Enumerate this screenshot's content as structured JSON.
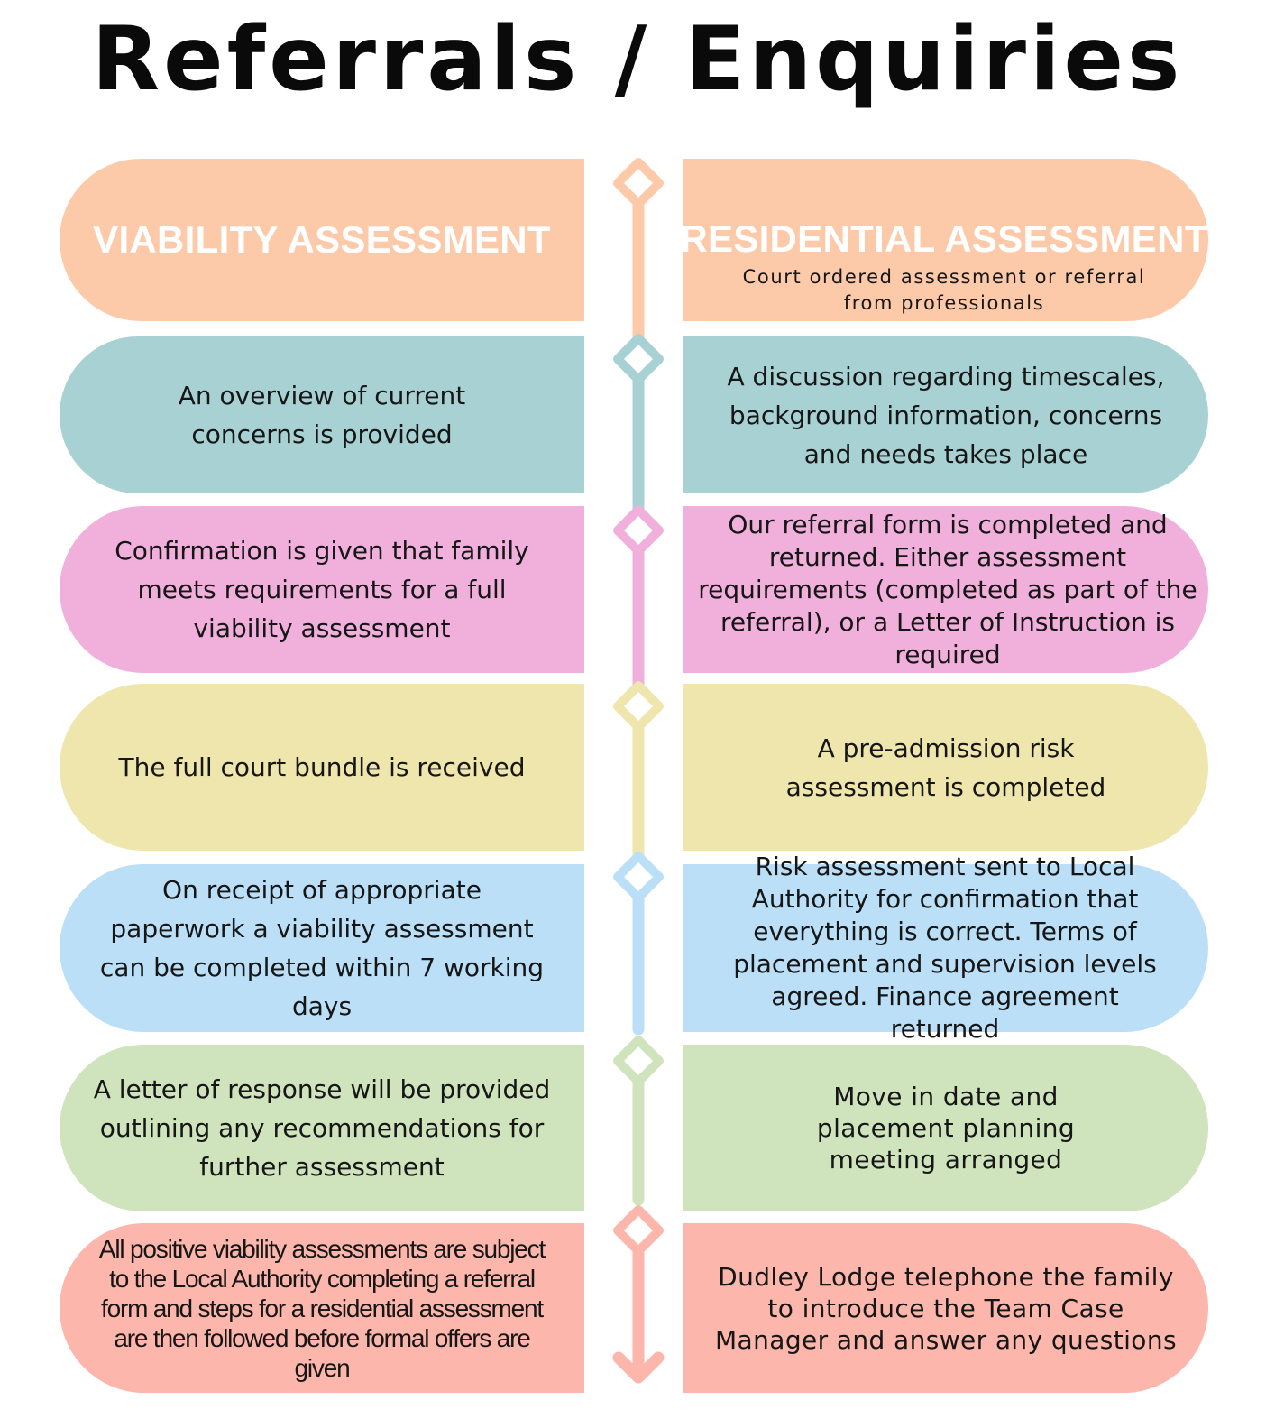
{
  "title": "Referrals / Enquiries",
  "colors": {
    "orange": "#FDCAA9",
    "teal": "#A8D1D3",
    "pink": "#F0B0DB",
    "yellow": "#EEE6AC",
    "blue": "#BADFF7",
    "green": "#CFE3BD",
    "salmon": "#FCB6AC"
  },
  "headers": {
    "left": {
      "title": "VIABILITY ASSESSMENT"
    },
    "right": {
      "title": "RESIDENTIAL ASSESSMENT",
      "subtitle": "Court ordered assessment or referral from professionals"
    }
  },
  "steps": [
    {
      "left": "An overview of current concerns is provided",
      "right": "A discussion regarding timescales, background information, concerns and needs takes place"
    },
    {
      "left": "Confirmation is given that family meets requirements for a full viability assessment",
      "right": "Our referral form is completed and returned. Either assessment requirements (completed as part of the referral), or a Letter of Instruction is required"
    },
    {
      "left": "The full court bundle is received",
      "right": "A pre-admission risk assessment is completed"
    },
    {
      "left": "On receipt of appropriate paperwork a viability assessment can be completed within 7 working days",
      "right": "Risk assessment sent to Local Authority for confirmation that everything is correct. Terms of placement and supervision levels agreed. Finance agreement returned"
    },
    {
      "left": "A letter of response will be provided outlining any recommendations for further assessment",
      "right": "Move in date and placement planning meeting arranged"
    },
    {
      "left": "All positive viability assessments are subject to the Local Authority completing a referral form and steps for a residential assessment are then followed before formal offers are given",
      "right": "Dudley Lodge telephone the family to introduce the Team Case Manager and answer any questions"
    }
  ]
}
